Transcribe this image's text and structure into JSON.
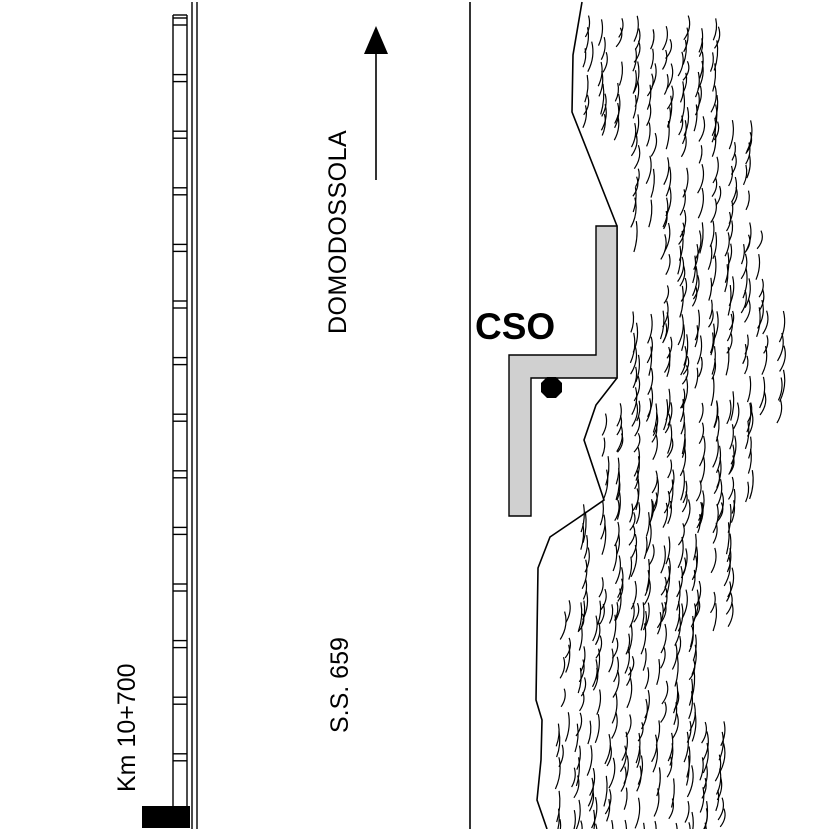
{
  "labels": {
    "direction": "DOMODOSSOLA",
    "road": "S.S. 659",
    "kilometer": "Km 10+700",
    "site": "CSO"
  },
  "colors": {
    "line": "#000000",
    "structure_fill": "#d0d0d0",
    "background": "#ffffff"
  },
  "icons": {
    "direction_arrow": "arrow-up-icon",
    "monitoring_point": "octagon-dot-icon"
  }
}
